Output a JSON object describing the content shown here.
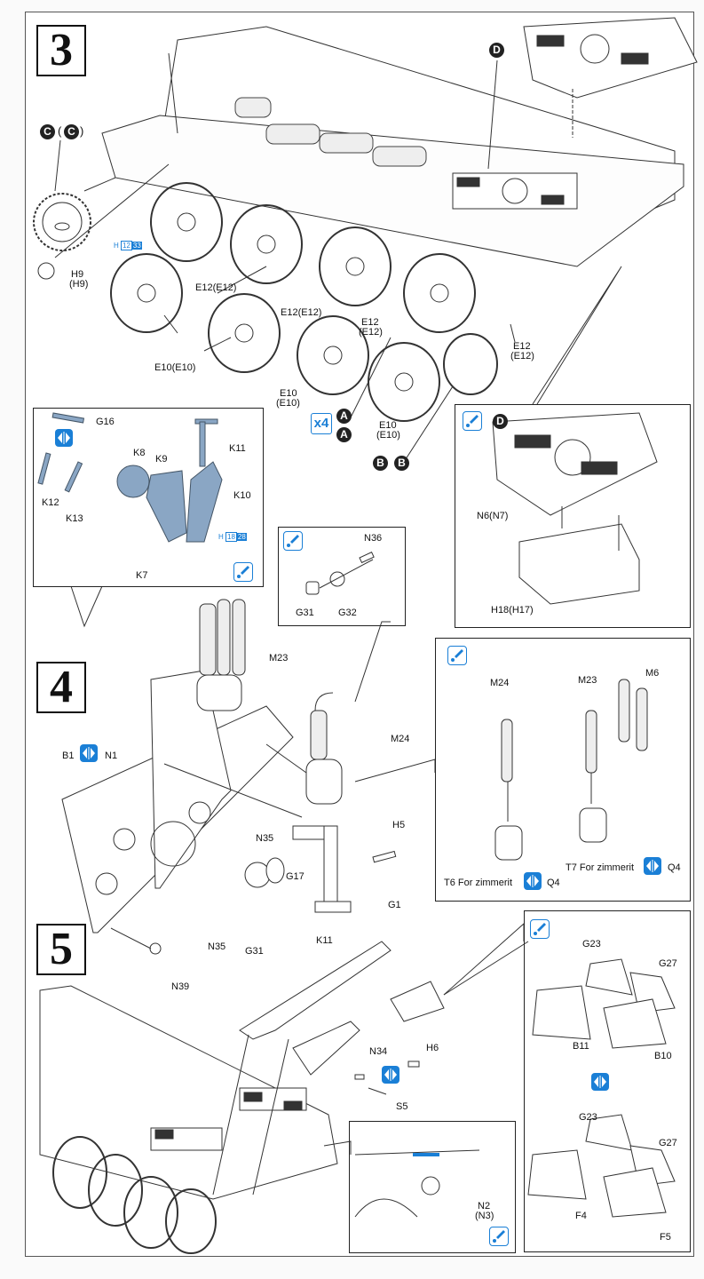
{
  "steps": [
    {
      "number": "3"
    },
    {
      "number": "4"
    },
    {
      "number": "5"
    }
  ],
  "step3": {
    "sprocket_markers": {
      "primary": "C",
      "alt": "C"
    },
    "engine_deck_marker": "D",
    "parts": {
      "h9": "H9",
      "h9_alt": "(H9)",
      "e12_a": "E12(E12)",
      "e12_b": "E12(E12)",
      "e12_c": "E12",
      "e12_c_alt": "(E12)",
      "e12_d": "E12",
      "e12_d_alt": "(E12)",
      "e10_a": "E10(E10)",
      "e10_b": "E10",
      "e10_b_alt": "(E10)",
      "e10_c": "E10",
      "e10_c_alt": "(E10)"
    },
    "h_code": {
      "prefix": "H",
      "a": "12",
      "b": "33"
    },
    "repeat": {
      "label": "x4"
    },
    "wheel_markers": {
      "a": "A",
      "a_alt": "A",
      "b_alt": "B",
      "b": "B"
    }
  },
  "inset_jack": {
    "parts": {
      "g16": "G16",
      "k11": "K11",
      "k8": "K8",
      "k9": "K9",
      "k10": "K10",
      "k12": "K12",
      "k13": "K13",
      "k7": "K7"
    },
    "h_code": {
      "prefix": "H",
      "a": "18",
      "b": "28"
    }
  },
  "inset_deck": {
    "marker": "D",
    "parts": {
      "n6": "N6(N7)",
      "h18": "H18(H17)"
    }
  },
  "inset_light": {
    "parts": {
      "n36": "N36",
      "g31": "G31",
      "g32": "G32"
    }
  },
  "step4": {
    "parts": {
      "b1": "B1",
      "n1": "N1",
      "m23": "M23",
      "m24": "M24",
      "h5": "H5",
      "n35_a": "N35",
      "n35_b": "N35",
      "g17": "G17",
      "g1": "G1",
      "g31": "G31",
      "k11": "K11",
      "n39": "N39"
    }
  },
  "inset_exhaust": {
    "parts": {
      "m24": "M24",
      "m23": "M23",
      "m6": "M6"
    },
    "t6": {
      "label": "T6 For zimmerit",
      "alt": "Q4"
    },
    "t7": {
      "label": "T7 For zimmerit",
      "alt": "Q4"
    }
  },
  "step5": {
    "parts": {
      "n34": "N34",
      "h6": "H6",
      "s5": "S5"
    }
  },
  "inset_n2": {
    "parts": {
      "n2": "N2",
      "n2_alt": "(N3)"
    }
  },
  "inset_boxes": {
    "upper": {
      "g23": "G23",
      "g27": "G27",
      "b11": "B11",
      "b10": "B10"
    },
    "lower": {
      "g23": "G23",
      "g27": "G27",
      "f4": "F4",
      "f5": "F5"
    }
  },
  "colors": {
    "accent": "#1a7fd6",
    "ink": "#111111"
  }
}
